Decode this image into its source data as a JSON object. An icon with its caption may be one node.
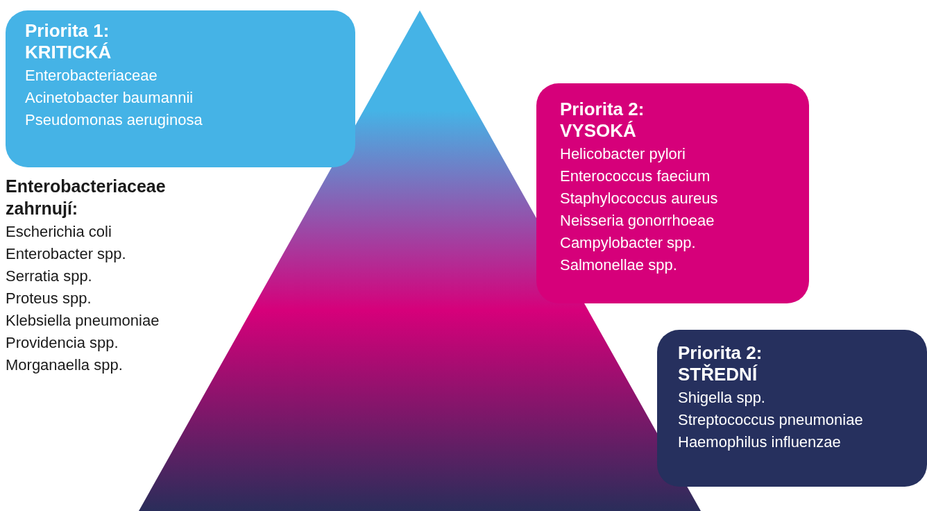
{
  "diagram": {
    "nodes": [
      {
        "text": [
          "Priorita 1: KRITICKÁ",
          "Enterobacteriaceae",
          "Acinetobacter baumannii",
          "Pseudomonas aeruginosa"
        ]
      },
      {
        "text": [
          "Priorita 2: VYSOKÁ",
          "Helicobacter pylori",
          "Enterococcus faecium",
          "Staphylococcus aureus",
          "Neisseria gonorrhoeae",
          "Campylobacter spp.",
          "Salmonellae spp."
        ]
      },
      {
        "text": [
          "Priorita 2: STŘEDNÍ",
          "Shigella spp.",
          "Streptococcus pneumoniae",
          "Haemophilus influenzae"
        ]
      }
    ],
    "labels": [
      "Enterobacteriaceae zahrnují:",
      "Escherichia coli",
      "Enterobacter spp.",
      "Serratia spp.",
      "Proteus spp.",
      "Klebsiella pneumoniae",
      "Providencia spp.",
      "Morganaella spp."
    ]
  }
}
